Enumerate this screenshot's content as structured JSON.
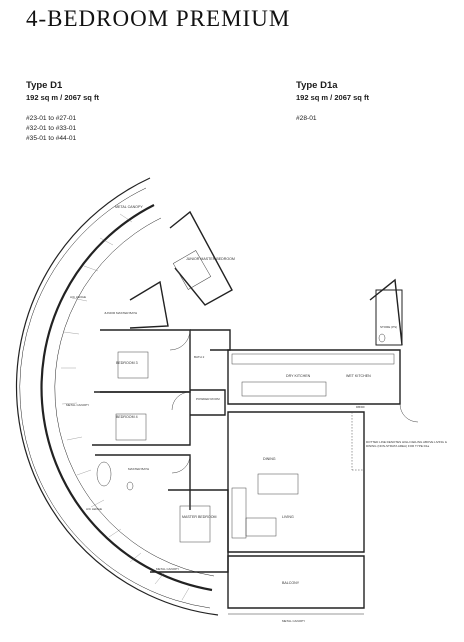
{
  "title": "4-BEDROOM PREMIUM",
  "types": [
    {
      "name": "Type D1",
      "area": "192 sq m / 2067 sq ft",
      "units": [
        "#23-01 to #27-01",
        "#32-01 to #33-01",
        "#35-01 to #44-01"
      ]
    },
    {
      "name": "Type D1a",
      "area": "192 sq m / 2067 sq ft",
      "units": [
        "#28-01"
      ]
    }
  ],
  "plan": {
    "labels": {
      "metal_canopy_top": "METAL CANOPY",
      "junior_master_bedroom": "JUNIOR MASTER BEDROOM",
      "junior_master_bath": "JUNIOR MASTER BATH",
      "ac_ledge_top": "A/C LEDGE",
      "bedroom_3": "BEDROOM 3",
      "bath_2": "BATH 2",
      "powder_room": "POWDER ROOM",
      "bedroom_4": "BEDROOM 4",
      "metal_canopy_left": "METAL CANOPY",
      "master_bath": "MASTER BATH",
      "ac_ledge_bottom": "A/C LEDGE",
      "master_bedroom": "MASTER BEDROOM",
      "metal_canopy_bottom": "METAL CANOPY",
      "dry_kitchen": "DRY KITCHEN",
      "wet_kitchen": "WET KITCHEN",
      "store": "STORE (PS)",
      "dining": "DINING",
      "living": "LIVING",
      "balcony": "BALCONY",
      "metal_canopy_balcony": "METAL CANOPY",
      "dbdf": "DB/DF",
      "note": "DOTTED LINE DENOTES HIGH CEILING ABOVE LIVING & DINING (NON-STRATA AREA) FOR TYPE D1a"
    }
  }
}
